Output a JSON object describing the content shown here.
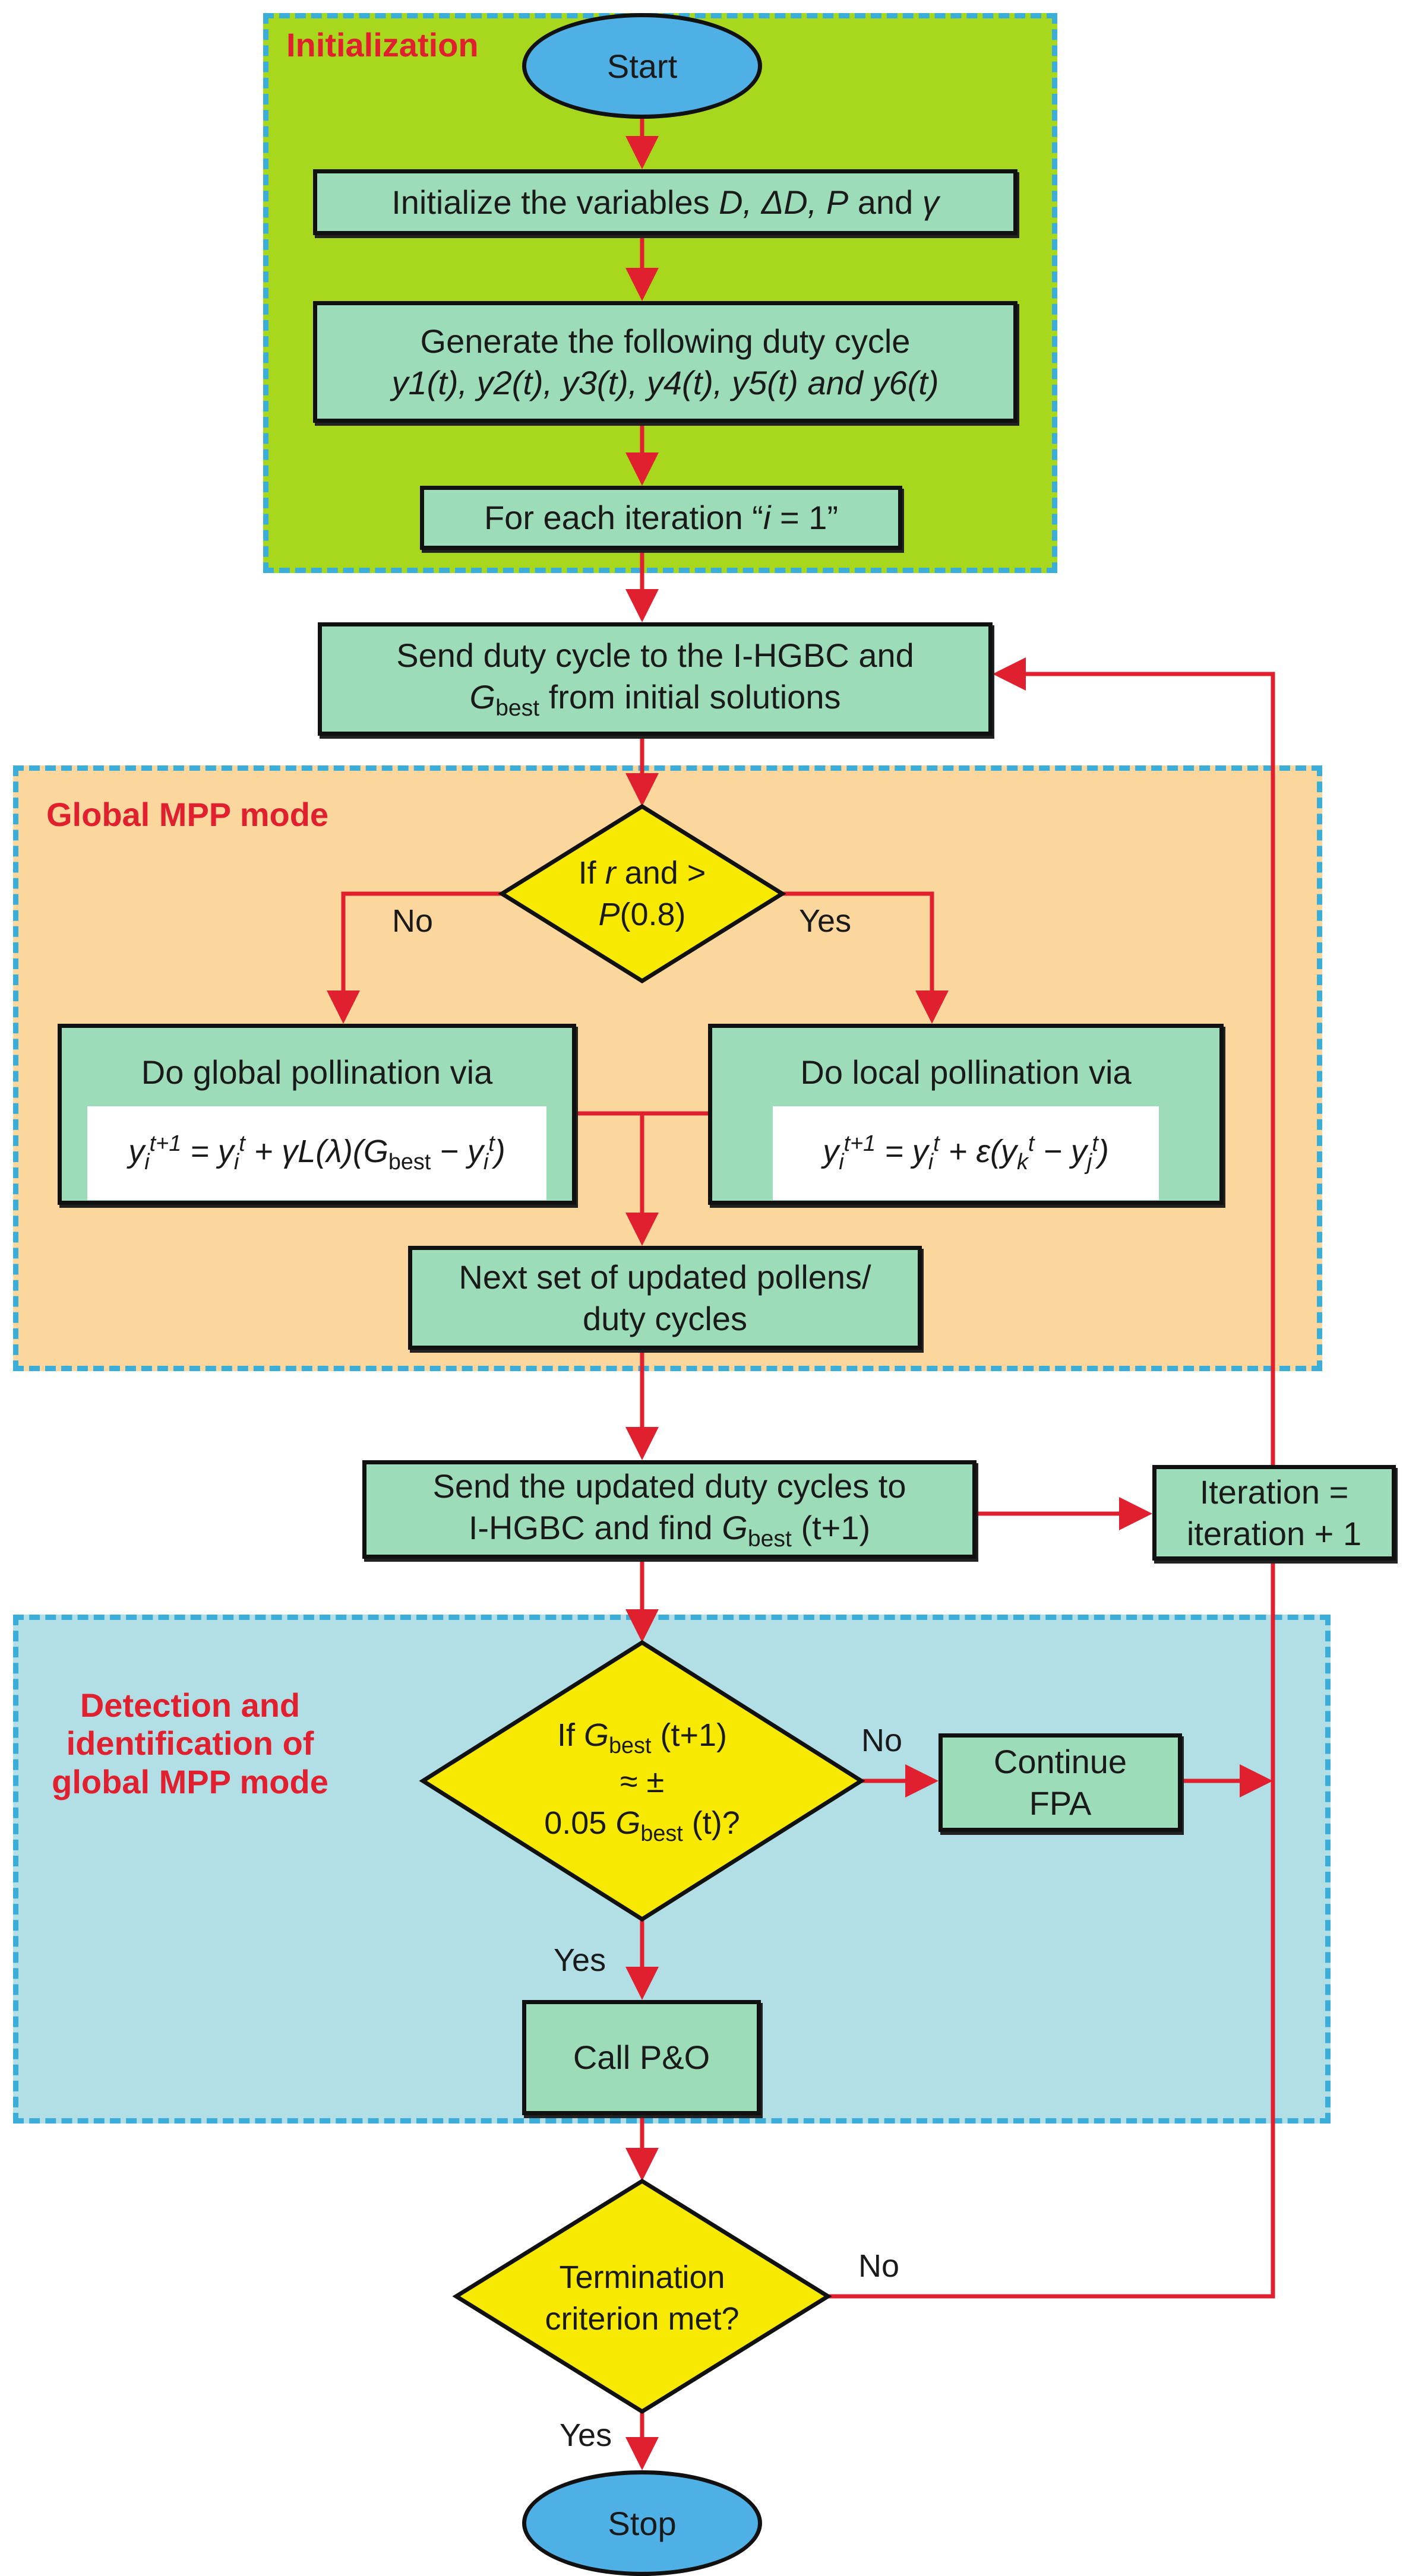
{
  "regions": {
    "initialization": "Initialization",
    "global_mpp": "Global MPP mode",
    "detection": [
      "Detection and",
      "identification of",
      "global MPP mode"
    ]
  },
  "colors": {
    "init_bg": "#a8d81e",
    "global_bg": "#fbd79d",
    "detection_bg": "#b1dfe5",
    "region_border": "#3aaed8",
    "process_fill": "#9cdcb8",
    "decision_fill": "#f7ea00",
    "terminal_fill": "#4fb0e6",
    "arrow": "#e0202e",
    "label_red": "#e0202e"
  },
  "nodes": {
    "start": "Start",
    "init_vars": {
      "prefix": "Initialize the variables ",
      "vars": "D, ΔD, P",
      "mid": " and ",
      "gamma": "γ"
    },
    "generate": {
      "line1": "Generate the following duty cycle",
      "line2": "y1(t), y2(t), y3(t), y4(t), y5(t) and y6(t)"
    },
    "for_each": {
      "prefix": "For each iteration “",
      "var": "i",
      "suffix": " = 1”"
    },
    "send_duty": {
      "line1": "Send duty cycle to the I-HGBC and",
      "g": "G",
      "sub": "best",
      "rest": " from initial solutions"
    },
    "decision1": {
      "line1_a": "If ",
      "r": "r",
      "line1_b": " and >",
      "P": "P",
      "line2": "(0.8)"
    },
    "global_poll": {
      "title": "Do global pollination via",
      "formula": "y_i^{t+1} = y_i^t + γL(λ)(G_best − y_i^t)"
    },
    "local_poll": {
      "title": "Do local pollination via",
      "formula": "y_i^{t+1} = y_i^t + ε(y_k^t − y_j^t)"
    },
    "next_set": {
      "line1": "Next set of updated pollens/",
      "line2": "duty cycles"
    },
    "send_updated": {
      "line1": "Send the updated duty cycles to",
      "line2_a": "I-HGBC and find ",
      "g": "G",
      "sub": "best",
      "tail": " (t+1)"
    },
    "iteration": {
      "line1": "Iteration =",
      "line2": "iteration + 1"
    },
    "decision2": {
      "line1_a": "If ",
      "g": "G",
      "sub": "best",
      "line1_b": " (t+1)",
      "line2": "≈ ±",
      "line3_a": "0.05 ",
      "line3_b": " (t)?"
    },
    "continue_fpa": {
      "line1": "Continue",
      "line2": "FPA"
    },
    "call_po": "Call P&O",
    "decision3": {
      "line1": "Termination",
      "line2": "criterion met?"
    },
    "stop": "Stop"
  },
  "edge_labels": {
    "d1_no": "No",
    "d1_yes": "Yes",
    "d2_no": "No",
    "d2_yes": "Yes",
    "d3_no": "No",
    "d3_yes": "Yes"
  }
}
